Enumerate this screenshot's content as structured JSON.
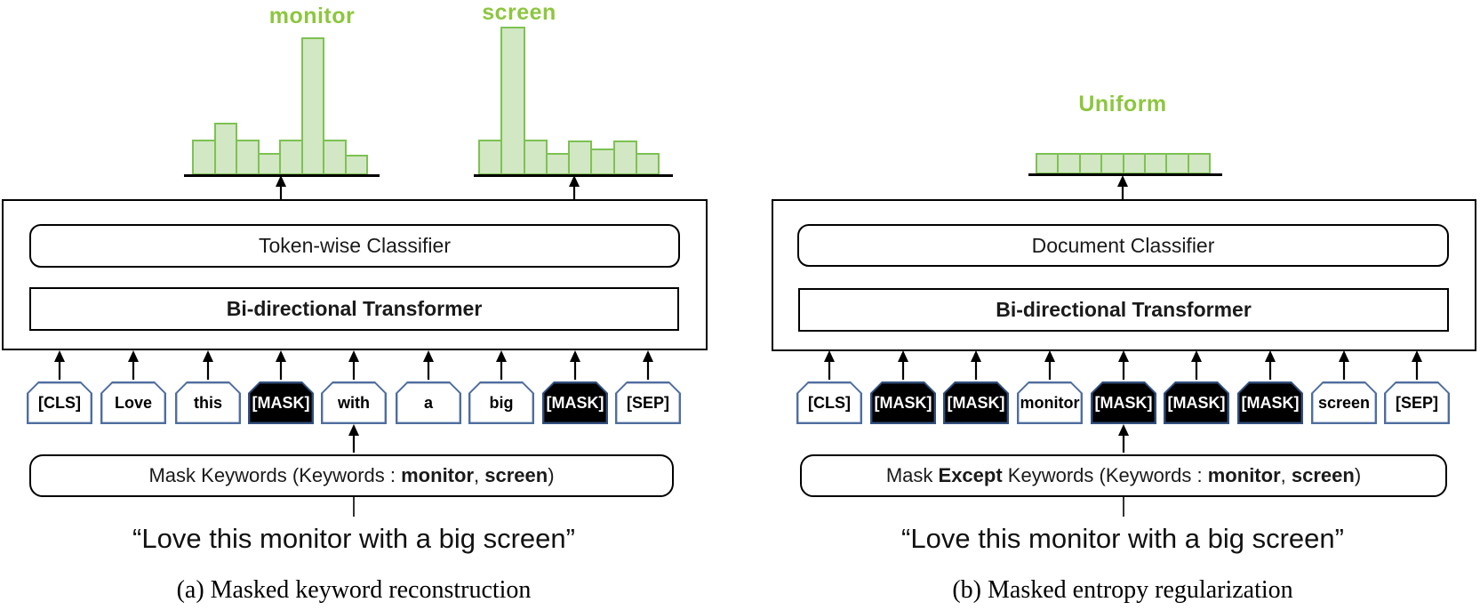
{
  "colors": {
    "green_label_text": "#8DC63F",
    "bar_fill": "#D2E7C3",
    "bar_stroke": "#7DC253",
    "token_border_blue": "#4F6D9E",
    "masked_token_fill": "#000000",
    "line_black": "#000000"
  },
  "figure": {
    "panels": [
      {
        "id": "a",
        "classifier_label": "Token-wise Classifier",
        "transformer_label": "Bi-directional Transformer",
        "tokens": [
          {
            "label": "[CLS]",
            "masked": false
          },
          {
            "label": "Love",
            "masked": false
          },
          {
            "label": "this",
            "masked": false
          },
          {
            "label": "[MASK]",
            "masked": true
          },
          {
            "label": "with",
            "masked": false
          },
          {
            "label": "a",
            "masked": false
          },
          {
            "label": "big",
            "masked": false
          },
          {
            "label": "[MASK]",
            "masked": true
          },
          {
            "label": "[SEP]",
            "masked": false
          }
        ],
        "mask_instruction": {
          "m1": "Mask ",
          "m2": "",
          "m3": "Keywords (Keywords : ",
          "kw1": "monitor",
          "m4": ", ",
          "kw2": "screen",
          "m5": ")"
        },
        "quote": "“Love this monitor with a big screen”",
        "caption": "(a) Masked keyword reconstruction"
      },
      {
        "id": "b",
        "classifier_label": "Document Classifier",
        "transformer_label": "Bi-directional Transformer",
        "tokens": [
          {
            "label": "[CLS]",
            "masked": false
          },
          {
            "label": "[MASK]",
            "masked": true
          },
          {
            "label": "[MASK]",
            "masked": true
          },
          {
            "label": "monitor",
            "masked": false
          },
          {
            "label": "[MASK]",
            "masked": true
          },
          {
            "label": "[MASK]",
            "masked": true
          },
          {
            "label": "[MASK]",
            "masked": true
          },
          {
            "label": "screen",
            "masked": false
          },
          {
            "label": "[SEP]",
            "masked": false
          }
        ],
        "mask_instruction": {
          "m1": "Mask ",
          "m2": "Except",
          "m3": " Keywords (Keywords : ",
          "kw1": "monitor",
          "m4": ", ",
          "kw2": "screen",
          "m5": ")"
        },
        "quote": "“Love this monitor with a big screen”",
        "caption": "(b) Masked entropy regularization"
      }
    ]
  },
  "chart_data": [
    {
      "type": "bar",
      "title": "monitor",
      "values": [
        0.26,
        0.38,
        0.26,
        0.16,
        0.26,
        1.0,
        0.26,
        0.15
      ],
      "ylim": [
        0,
        1
      ],
      "legend": "none",
      "grid": false
    },
    {
      "type": "bar",
      "title": "screen",
      "values": [
        0.24,
        1.0,
        0.24,
        0.15,
        0.235,
        0.18,
        0.235,
        0.15
      ],
      "ylim": [
        0,
        1
      ],
      "legend": "none",
      "grid": false
    },
    {
      "type": "bar",
      "title": "Uniform",
      "values": [
        1,
        1,
        1,
        1,
        1,
        1,
        1,
        1
      ],
      "ylim": [
        0,
        1
      ],
      "legend": "none",
      "grid": false
    }
  ]
}
